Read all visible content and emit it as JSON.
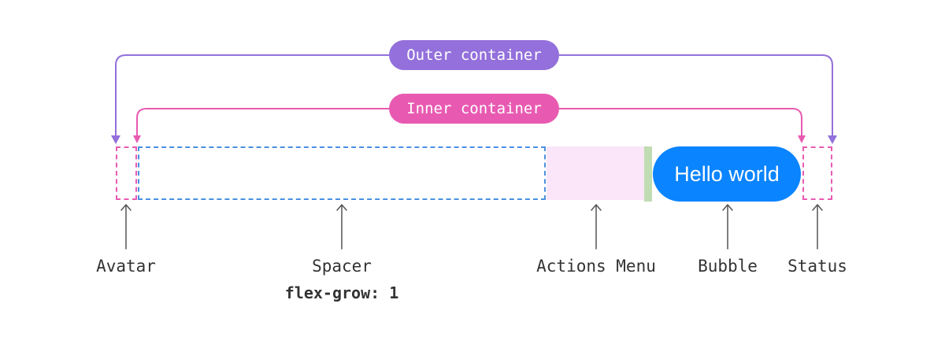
{
  "containers": {
    "outer_label": "Outer container",
    "inner_label": "Inner container"
  },
  "bubble": {
    "text": "Hello world"
  },
  "labels": {
    "avatar": "Avatar",
    "spacer": "Spacer",
    "spacer_note": "flex-grow: 1",
    "actions_menu": "Actions Menu",
    "bubble": "Bubble",
    "status": "Status"
  },
  "colors": {
    "outer": "#9370db",
    "inner": "#e85ab1",
    "spacer_border": "#4a90e2",
    "actions_fill": "#fae6f8",
    "actions_edge": "#bfdcb2",
    "bubble": "#0a84ff",
    "pointer": "#555555"
  }
}
